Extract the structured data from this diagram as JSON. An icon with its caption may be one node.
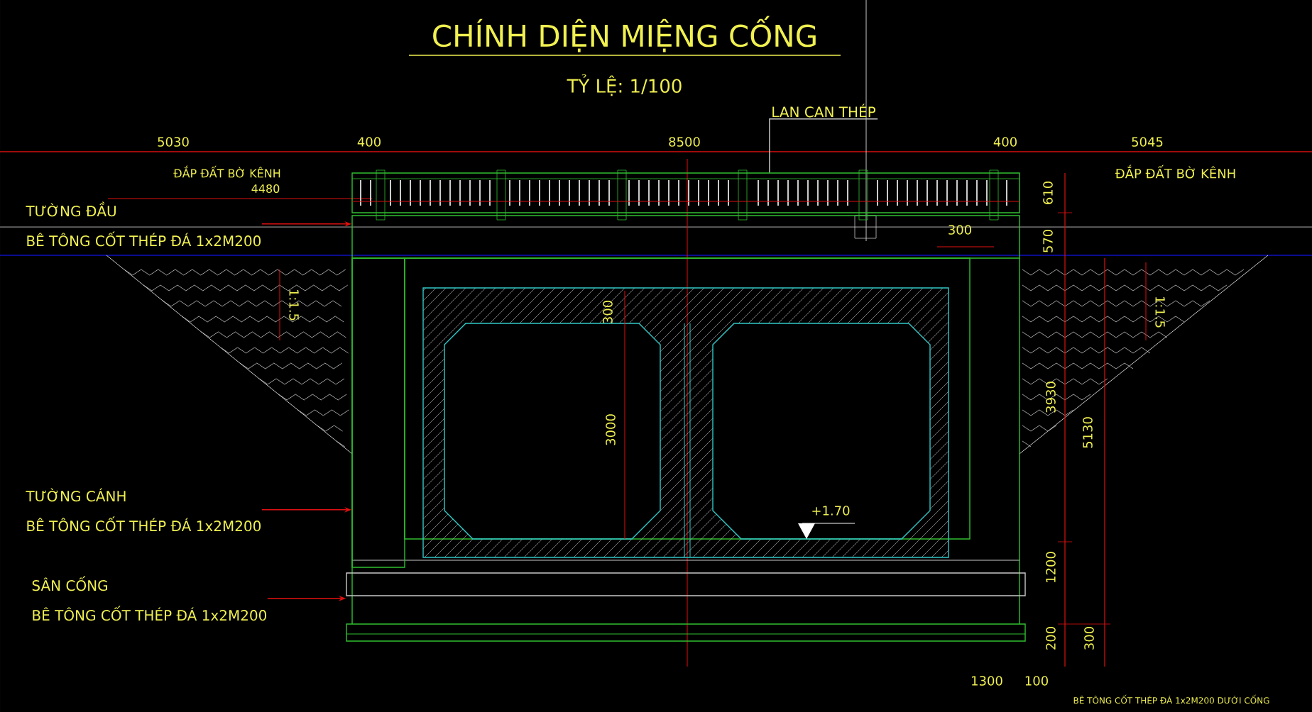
{
  "diagram": {
    "title": "CHÍNH DIỆN MIỆNG CỐNG",
    "nodes": [
      {
        "text": [
          "LAN CAN THÉP"
        ]
      },
      {
        "text": [],
        "shape": "box"
      },
      {
        "text": [
          "TƯỜNG ĐẦU",
          "BÊ TÔNG CỐT THÉP ĐÁ 1x2M200"
        ]
      },
      {
        "text": [],
        "shape": "box"
      },
      {
        "text": [
          "TƯỜNG CÁNH",
          "BÊ TÔNG CỐT THÉP ĐÁ 1x2M200"
        ]
      },
      {
        "text": [],
        "shape": "box"
      },
      {
        "text": [
          "SÂN CỐNG",
          "BÊ TÔNG CỐT THÉP ĐÁ 1x2M200"
        ]
      },
      {
        "text": [],
        "shape": "box"
      }
    ],
    "edges": [
      {
        "from": 0,
        "to": 1,
        "arrow": "none",
        "color": "#c8c8c8"
      },
      {
        "from": 2,
        "to": 3,
        "arrow": "to"
      },
      {
        "from": 4,
        "to": 5,
        "arrow": "to"
      },
      {
        "from": 6,
        "to": 7,
        "arrow": "to"
      }
    ],
    "labels": [
      "TỶ LỆ: 1/100",
      "5030",
      "400",
      "8500",
      "400",
      "5045",
      "ĐẮP ĐẤT BỜ KÊNH",
      "4480",
      "ĐẮP ĐẤT BỜ KÊNH",
      "610",
      "570",
      "300",
      "1:1.5",
      "300",
      "1:1.5",
      "3000",
      "3930",
      "5130",
      "+1.70",
      "1200",
      "200",
      "300",
      "1300",
      "100",
      "BÊ TÔNG CỐT THÉP ĐÁ 1x2M200 DƯỚI CỐNG"
    ]
  }
}
